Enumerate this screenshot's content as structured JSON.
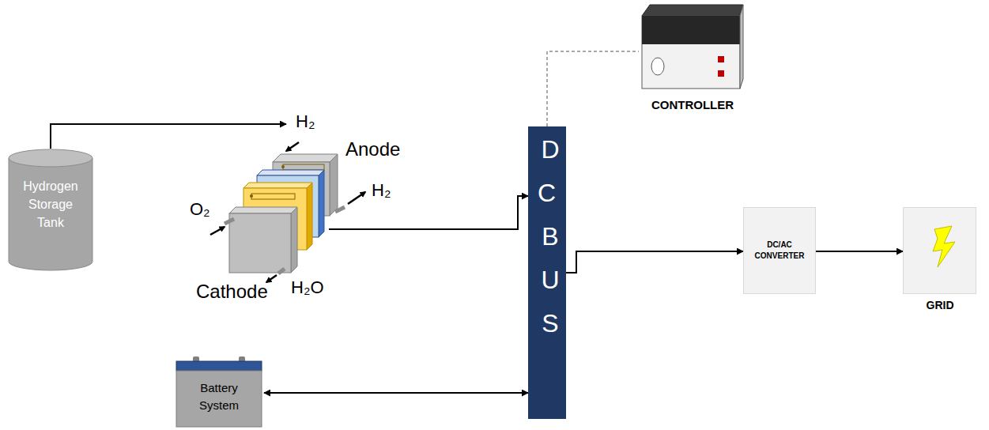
{
  "diagram": {
    "nodes": [
      {
        "text": [
          "Hydrogen Storage Tank"
        ]
      },
      {
        "text": [
          "Anode",
          "Cathode"
        ]
      },
      {
        "text": [
          "CONTROLLER"
        ]
      },
      {
        "text": [
          "DC BUS"
        ]
      },
      {
        "text": [
          "DC/AC CONVERTER"
        ]
      },
      {
        "text": [
          "GRID"
        ]
      },
      {
        "text": [
          "Battery System"
        ]
      }
    ],
    "edges": [
      {
        "from": 0,
        "to": 1,
        "arrow": "to"
      },
      {
        "from": 1,
        "to": 3,
        "arrow": "to"
      },
      {
        "from": 3,
        "to": 2,
        "arrow": "none"
      },
      {
        "from": 3,
        "to": 4,
        "arrow": "to"
      },
      {
        "from": 4,
        "to": 5,
        "arrow": "to"
      },
      {
        "from": 6,
        "to": 3,
        "arrow": "both"
      }
    ],
    "labels": [
      "H₂",
      "H₂",
      "O₂",
      "H₂O"
    ]
  }
}
